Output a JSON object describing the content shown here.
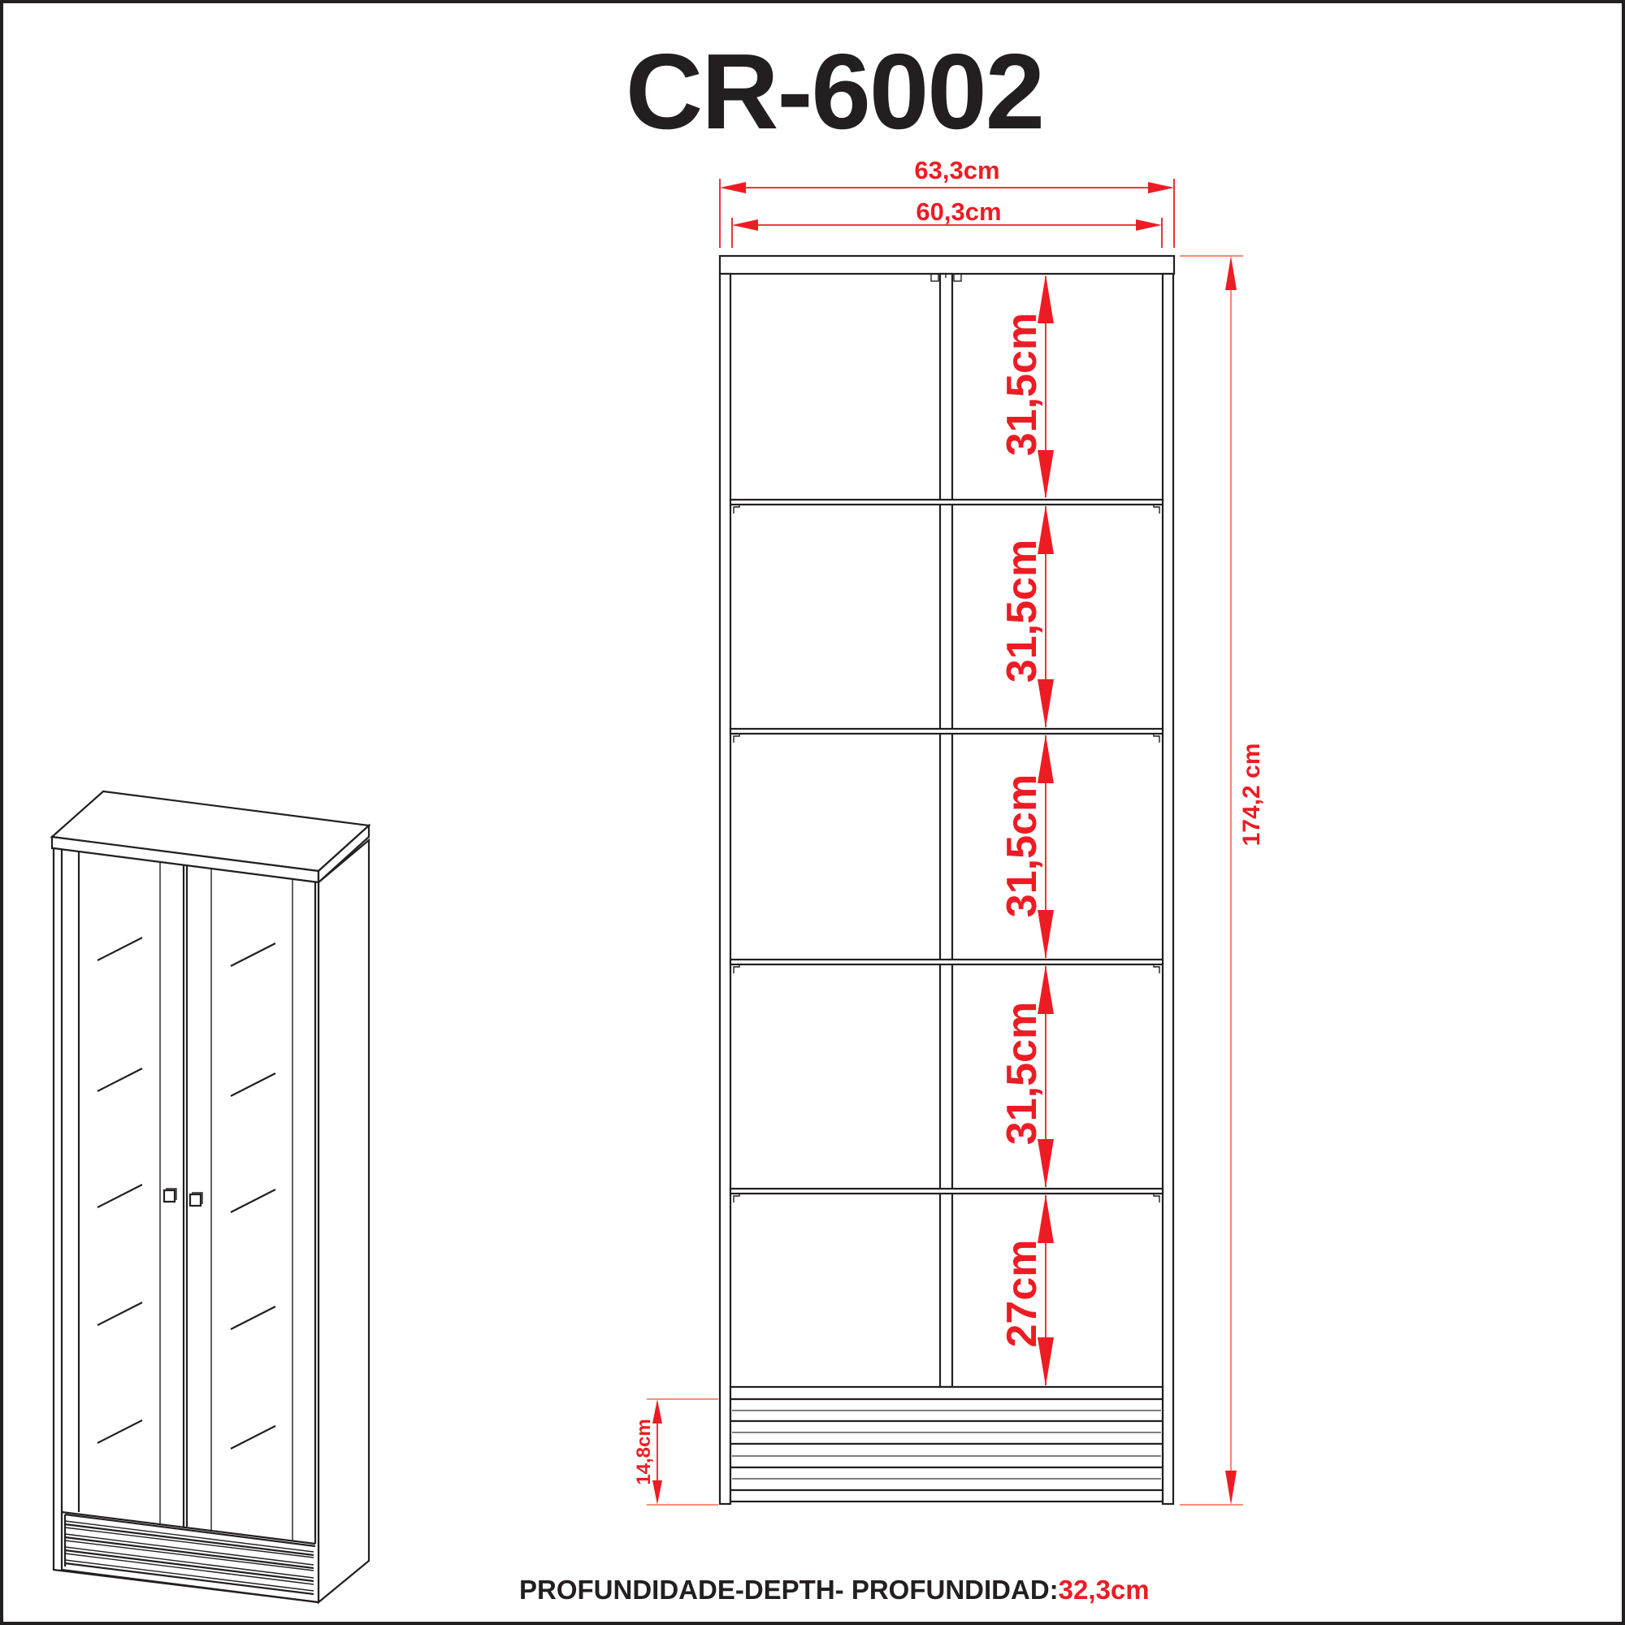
{
  "title": "CR-6002",
  "colors": {
    "ink": "#231f20",
    "dimension_red": "#ed1c24",
    "background": "#ffffff"
  },
  "dimensions": {
    "overall_width": "63,3cm",
    "inner_width": "60,3cm",
    "overall_height": "174,2 cm",
    "base_height": "14,8cm",
    "compartments": [
      {
        "label": "31,5cm"
      },
      {
        "label": "31,5cm"
      },
      {
        "label": "31,5cm"
      },
      {
        "label": "31,5cm"
      },
      {
        "label": "27cm"
      }
    ]
  },
  "footer": {
    "label": "PROFUNDIDADE-DEPTH- PROFUNDIDAD:",
    "value": "32,3cm"
  },
  "views": {
    "front_view": {
      "shelves": 4,
      "doors": 2,
      "base": "louvered"
    },
    "perspective_view": {
      "doors": 2,
      "handles": 2,
      "glass_panels": 2
    }
  }
}
